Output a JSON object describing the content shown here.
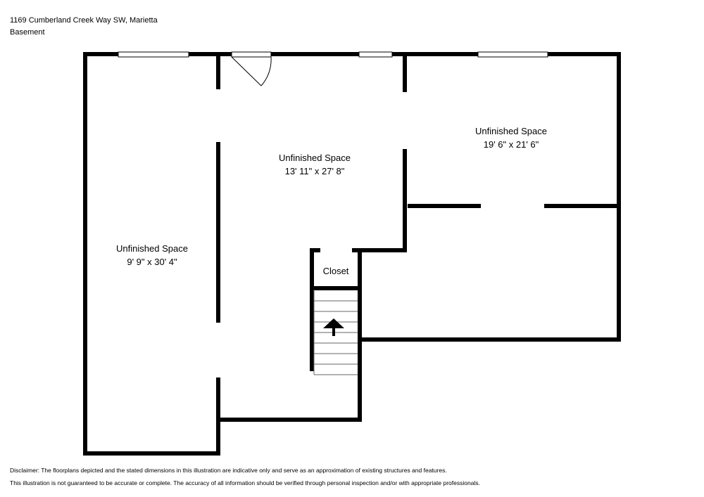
{
  "header": {
    "address": "1169 Cumberland Creek Way SW, Marietta",
    "level": "Basement"
  },
  "rooms": [
    {
      "name": "Unfinished Space",
      "dimensions": "9' 9\" x 30' 4\""
    },
    {
      "name": "Unfinished Space",
      "dimensions": "13' 11\" x 27' 8\""
    },
    {
      "name": "Unfinished Space",
      "dimensions": "19' 6\" x 21' 6\""
    },
    {
      "name": "Closet"
    }
  ],
  "disclaimer": {
    "line1": "Disclaimer: The floorplans depicted and the stated dimensions in this illustration are indicative only and serve as an approximation of existing structures and features.",
    "line2": "This illustration is not guaranteed to be accurate or complete. The accuracy of all information should be verified through personal inspection and/or with appropriate professionals."
  }
}
